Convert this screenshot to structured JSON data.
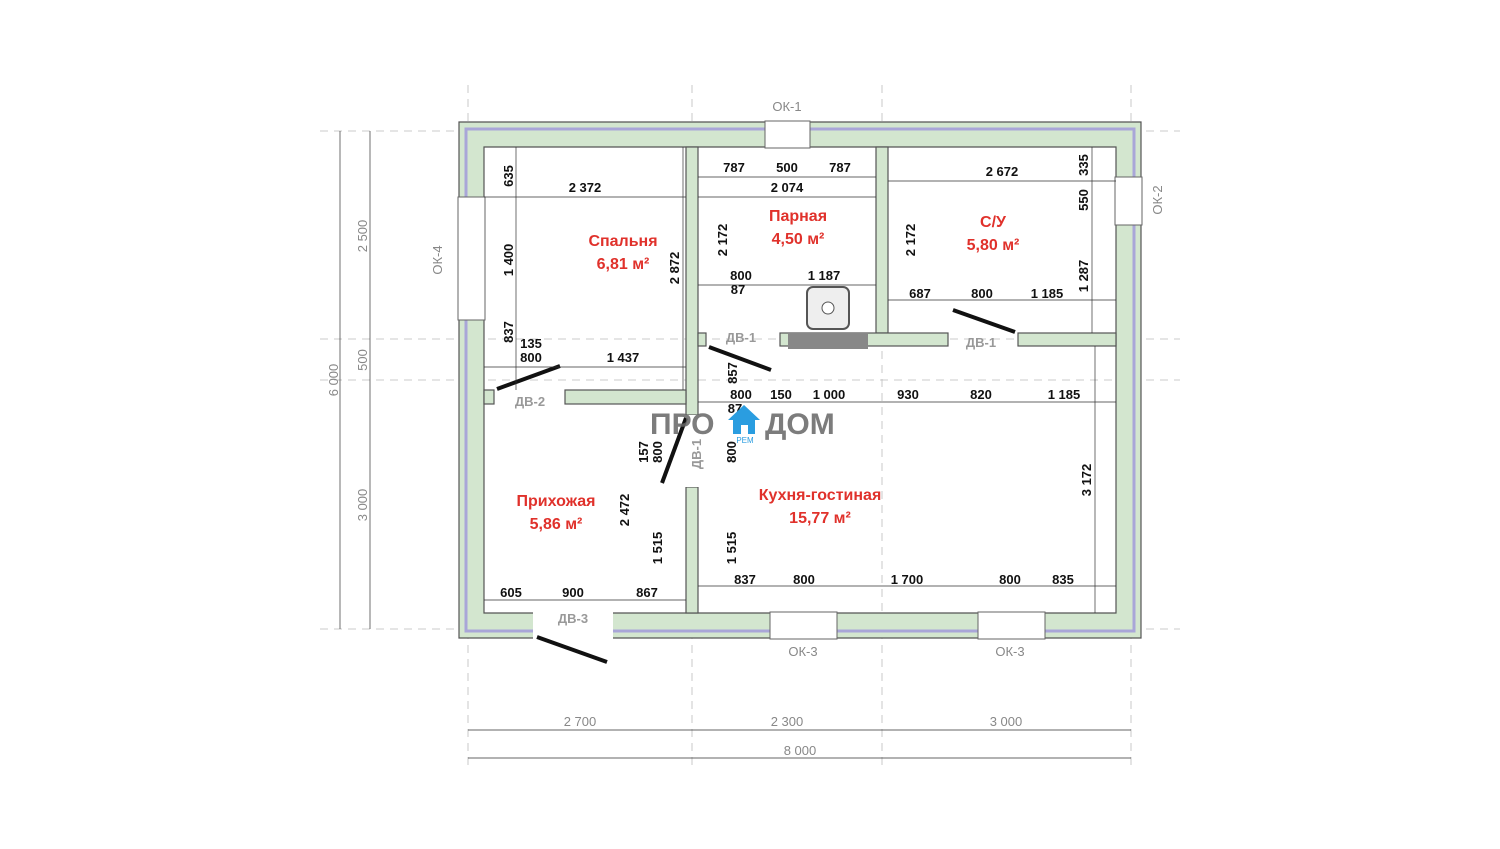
{
  "colors": {
    "wall": "#d3e6cf",
    "room_label": "#e0312b",
    "logo_house": "#2a9de0"
  },
  "rooms": [
    {
      "name": "Спальня",
      "area": "6,81 м²"
    },
    {
      "name": "Парная",
      "area": "4,50 м²"
    },
    {
      "name": "С/У",
      "area": "5,80 м²"
    },
    {
      "name": "Прихожая",
      "area": "5,86 м²"
    },
    {
      "name": "Кухня-гостиная",
      "area": "15,77 м²"
    }
  ],
  "marks": {
    "ok1": "ОК-1",
    "ok2": "ОК-2",
    "ok3a": "ОК-3",
    "ok3b": "ОК-3",
    "ok4": "ОК-4",
    "dv1a": "ДВ-1",
    "dv1b": "ДВ-1",
    "dv1c": "ДВ-1",
    "dv2": "ДВ-2",
    "dv3": "ДВ-3"
  },
  "dims": [
    "787",
    "500",
    "787",
    "2 074",
    "2 372",
    "635",
    "1 400",
    "837",
    "135",
    "800",
    "1 437",
    "2 872",
    "2 172",
    "800",
    "1 187",
    "87",
    "2 672",
    "335",
    "550",
    "1 287",
    "2 172",
    "687",
    "800",
    "1 185",
    "857",
    "800",
    "150",
    "1 000",
    "930",
    "820",
    "1 185",
    "87",
    "157",
    "800",
    "800",
    "3 172",
    "2 472",
    "1 515",
    "1 515",
    "837",
    "800",
    "1 700",
    "800",
    "835",
    "605",
    "900",
    "867"
  ],
  "outer_dims": {
    "left": [
      "2 500",
      "500",
      "3 000"
    ],
    "left_total": "6 000",
    "bottom": [
      "2 700",
      "2 300",
      "3 000"
    ],
    "bottom_total": "8 000"
  },
  "logo": {
    "left": "ПРО",
    "right": "ДОМ",
    "sub": "РЕМ"
  }
}
